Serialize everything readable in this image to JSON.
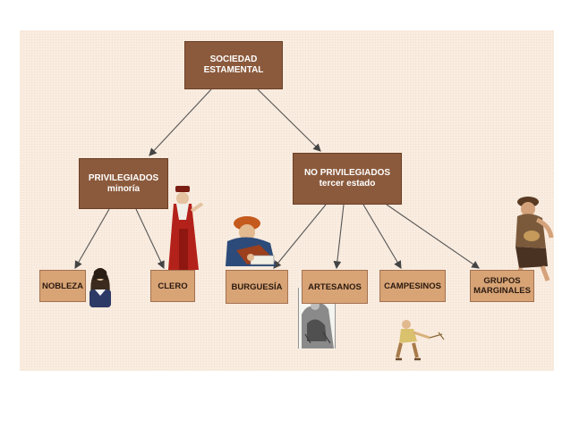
{
  "colors": {
    "panel_bg": "#f9ece0",
    "dark_node": "#8b5a3c",
    "light_node": "#d8a476",
    "arrow": "#4a4a4a"
  },
  "root": {
    "line1": "SOCIEDAD",
    "line2": "ESTAMENTAL"
  },
  "privileged": {
    "line1": "PRIVILEGIADOS",
    "line2": "minoría"
  },
  "non_privileged": {
    "line1": "NO PRIVILEGIADOS",
    "line2": "tercer estado"
  },
  "leaves": {
    "nobleza": "NOBLEZA",
    "clero": "CLERO",
    "burguesia": "BURGUESÍA",
    "artesanos": "ARTESANOS",
    "campesinos": "CAMPESINOS",
    "grupos_line1": "GRUPOS",
    "grupos_line2": "MARGINALES"
  },
  "illustrations": [
    "nobleman-illustration",
    "cardinal-illustration",
    "merchant-illustration",
    "artisan-engraving",
    "peasant-illustration",
    "beggar-boy-illustration"
  ]
}
